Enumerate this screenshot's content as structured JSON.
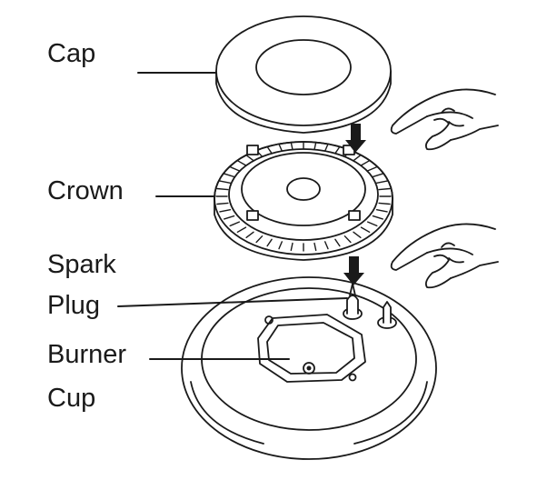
{
  "labels": {
    "cap": "Cap",
    "crown": "Crown",
    "spark": "Spark",
    "plug": "Plug",
    "burner": "Burner",
    "cup": "Cup"
  },
  "colors": {
    "line": "#1a1a1a",
    "background": "#ffffff"
  },
  "icons": [
    "hand-pointer-icon",
    "down-arrow-icon"
  ]
}
